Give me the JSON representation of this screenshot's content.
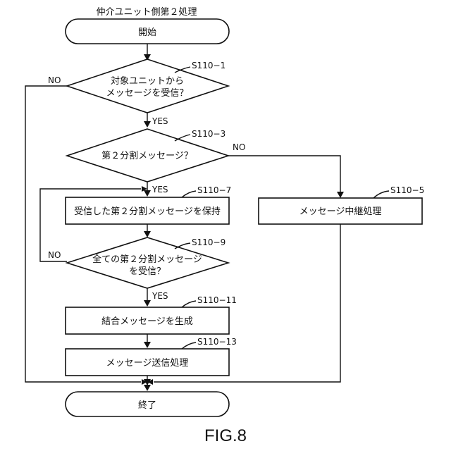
{
  "title": "仲介ユニット側第２処理",
  "figure_caption": "FIG.8",
  "nodes": {
    "start": {
      "type": "terminal",
      "lines": [
        "開始"
      ]
    },
    "s110_1": {
      "type": "decision",
      "step": "S110−1",
      "lines": [
        "対象ユニットから",
        "メッセージを受信？"
      ]
    },
    "s110_3": {
      "type": "decision",
      "step": "S110−3",
      "lines": [
        "第２分割メッセージ？"
      ]
    },
    "s110_5": {
      "type": "process",
      "step": "S110−5",
      "lines": [
        "メッセージ中継処理"
      ]
    },
    "s110_7": {
      "type": "process",
      "step": "S110−7",
      "lines": [
        "受信した第２分割メッセージを保持"
      ]
    },
    "s110_9": {
      "type": "decision",
      "step": "S110−9",
      "lines": [
        "全ての第２分割メッセージ",
        "を受信？"
      ]
    },
    "s110_11": {
      "type": "process",
      "step": "S110−11",
      "lines": [
        "結合メッセージを生成"
      ]
    },
    "s110_13": {
      "type": "process",
      "step": "S110−13",
      "lines": [
        "メッセージ送信処理"
      ]
    },
    "end": {
      "type": "terminal",
      "lines": [
        "終了"
      ]
    }
  },
  "edges": [
    {
      "from": "start",
      "to": "s110_1",
      "label": ""
    },
    {
      "from": "s110_1",
      "to": "s110_3",
      "label": "YES"
    },
    {
      "from": "s110_1",
      "to": "end",
      "label": "NO"
    },
    {
      "from": "s110_3",
      "to": "s110_7",
      "label": "YES"
    },
    {
      "from": "s110_3",
      "to": "s110_5",
      "label": "NO"
    },
    {
      "from": "s110_7",
      "to": "s110_9",
      "label": ""
    },
    {
      "from": "s110_9",
      "to": "s110_11",
      "label": "YES"
    },
    {
      "from": "s110_9",
      "to": "s110_7",
      "label": "NO"
    },
    {
      "from": "s110_11",
      "to": "s110_13",
      "label": ""
    },
    {
      "from": "s110_13",
      "to": "end",
      "label": ""
    },
    {
      "from": "s110_5",
      "to": "end",
      "label": ""
    }
  ]
}
